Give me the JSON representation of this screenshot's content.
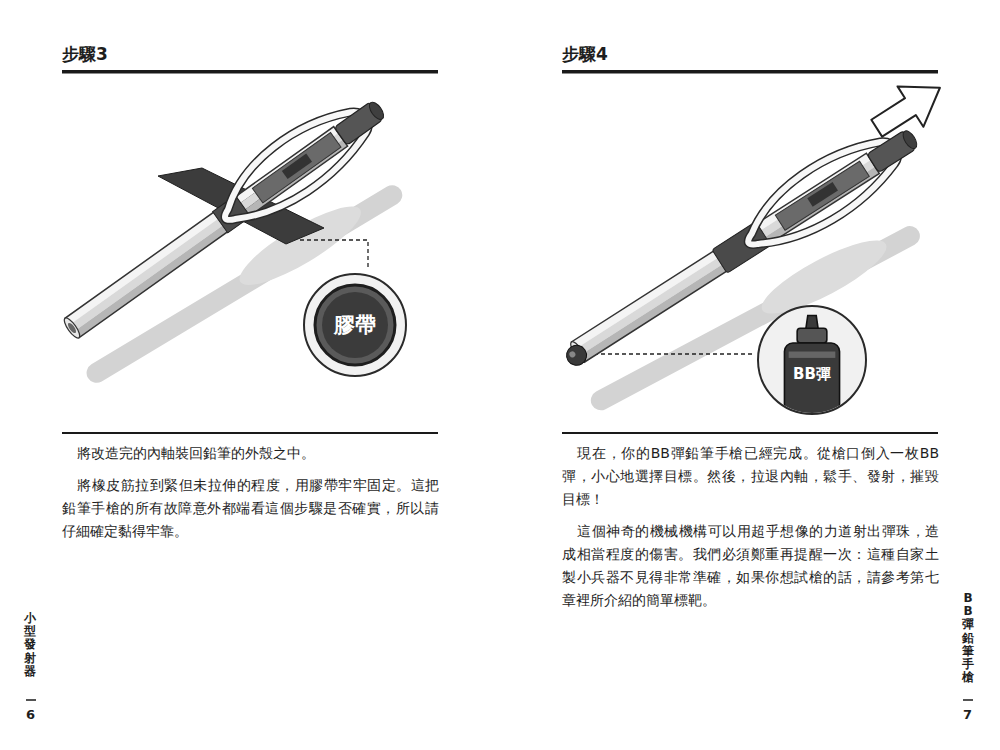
{
  "diagram": {
    "nodes": [
      {
        "text": [
          "膠帶"
        ]
      },
      {
        "text": [
          "BB彈"
        ]
      }
    ],
    "labels": [
      "步驟3",
      "將改造完的內軸裝回鉛筆的外殼之中。",
      "將橡皮筋拉到緊但未拉伸的程度，用膠帶牢牢固定。這把鉛筆手槍的所有故障意外都端看這個步驟是否確實，所以請仔細確定黏得牢靠。",
      "小型發射器",
      "6",
      "步驟4",
      "現在，你的BB彈鉛筆手槍已經完成。從槍口倒入一枚BB彈，小心地選擇目標。然後，拉退內軸，鬆手、發射，摧毀目標！",
      "這個神奇的機械機構可以用超乎想像的力道射出彈珠，造成相當程度的傷害。我們必須鄭重再提醒一次：這種自家土製小兵器不見得非常準確，如果你想試槍的話，請參考第七章裡所介紹的簡單標靶。",
      "BB彈鉛筆手槍",
      "7"
    ]
  }
}
